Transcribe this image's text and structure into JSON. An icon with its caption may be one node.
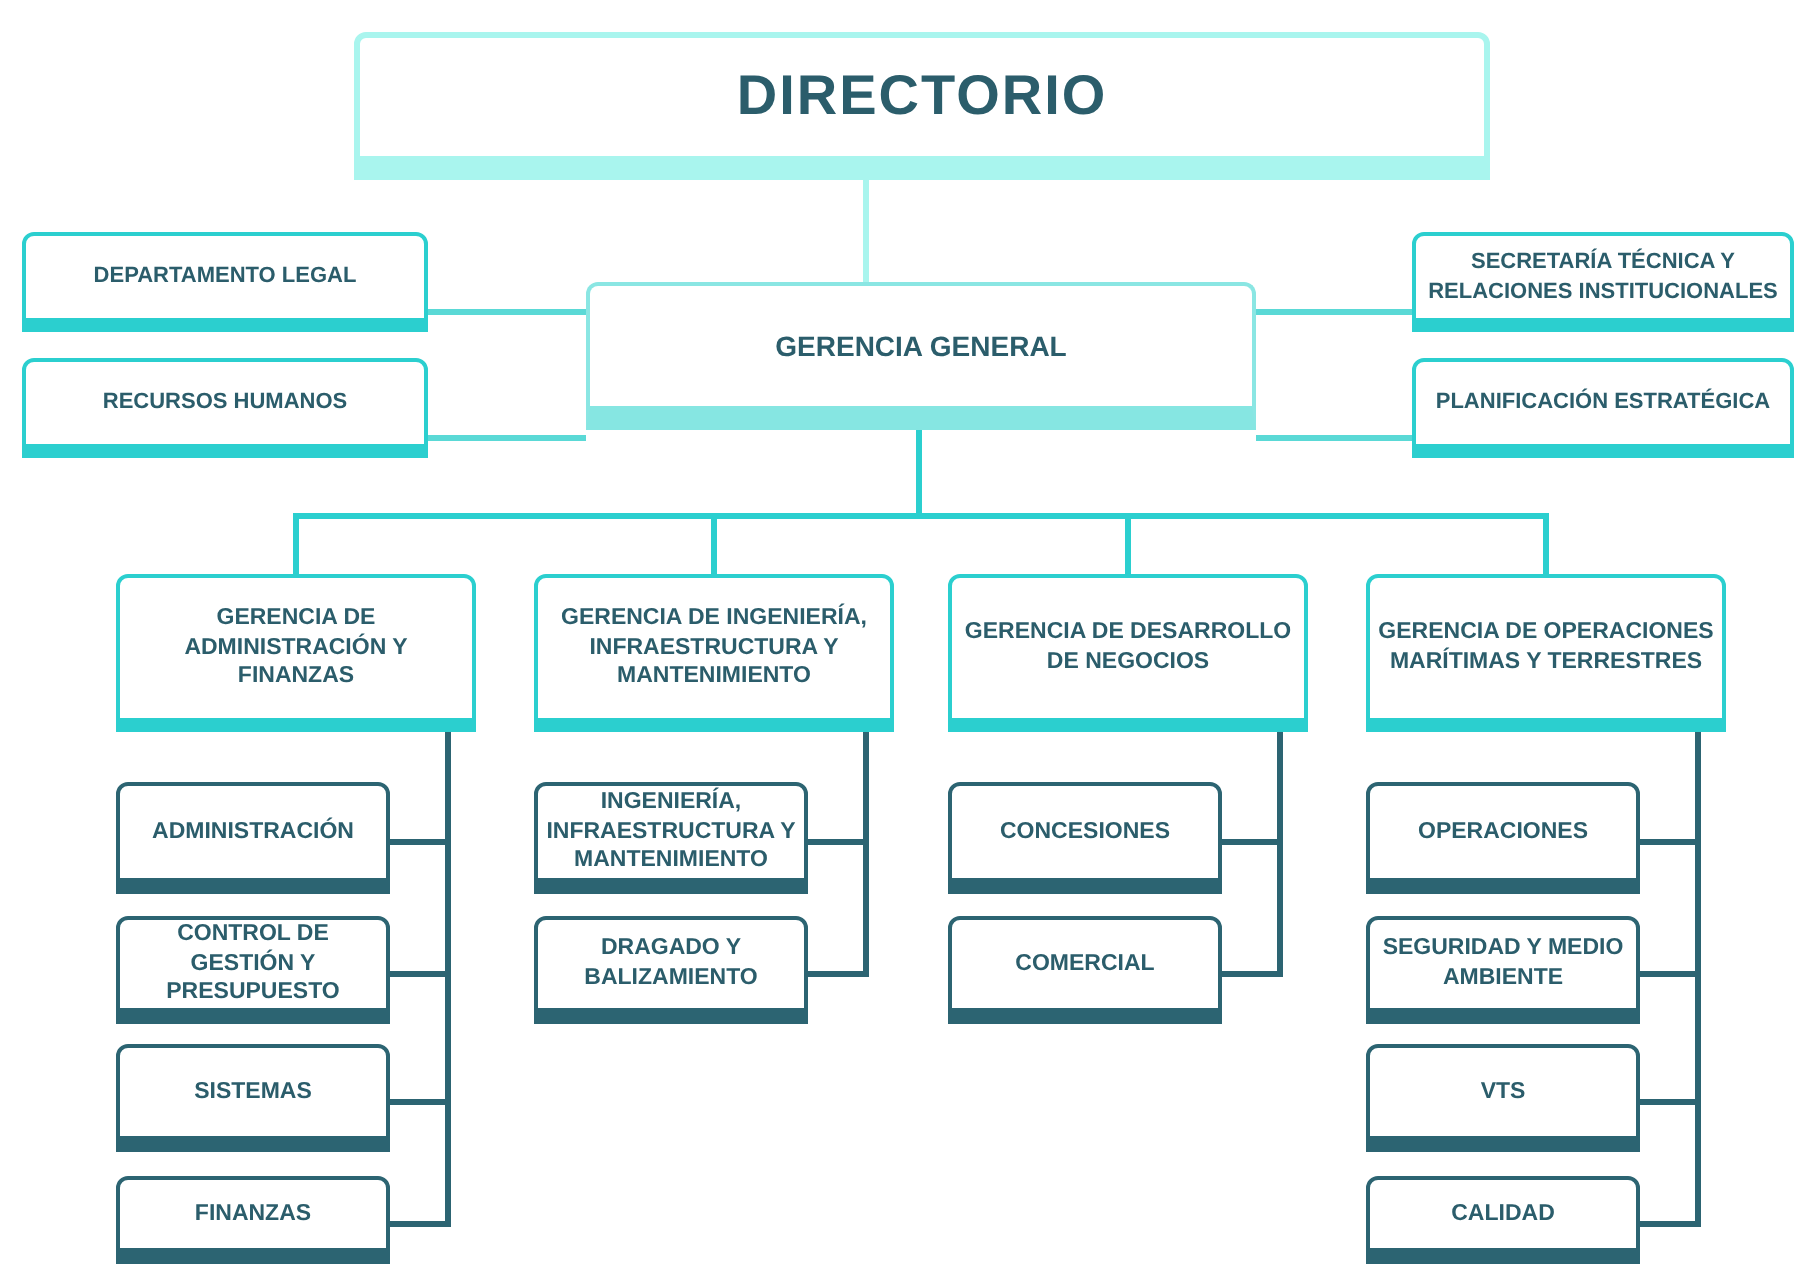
{
  "diagram": {
    "nodes": [
      {
        "text": [
          "DIRECTORIO"
        ]
      },
      {
        "text": [
          "GERENCIA GENERAL"
        ]
      },
      {
        "text": [
          "DEPARTAMENTO LEGAL"
        ]
      },
      {
        "text": [
          "RECURSOS HUMANOS"
        ]
      },
      {
        "text": [
          "SECRETARÍA TÉCNICA Y RELACIONES INSTITUCIONALES"
        ]
      },
      {
        "text": [
          "PLANIFICACIÓN ESTRATÉGICA"
        ]
      },
      {
        "text": [
          "GERENCIA DE ADMINISTRACIÓN Y FINANZAS"
        ]
      },
      {
        "text": [
          "GERENCIA DE INGENIERÍA, INFRAESTRUCTURA Y MANTENIMIENTO"
        ]
      },
      {
        "text": [
          "GERENCIA DE DESARROLLO DE NEGOCIOS"
        ]
      },
      {
        "text": [
          "GERENCIA DE OPERACIONES MARÍTIMAS Y TERRESTRES"
        ]
      },
      {
        "text": [
          "ADMINISTRACIÓN"
        ]
      },
      {
        "text": [
          "CONTROL DE GESTIÓN Y PRESUPUESTO"
        ]
      },
      {
        "text": [
          "SISTEMAS"
        ]
      },
      {
        "text": [
          "FINANZAS"
        ]
      },
      {
        "text": [
          "INGENIERÍA, INFRAESTRUCTURA Y MANTENIMIENTO"
        ]
      },
      {
        "text": [
          "DRAGADO Y BALIZAMIENTO"
        ]
      },
      {
        "text": [
          "CONCESIONES"
        ]
      },
      {
        "text": [
          "COMERCIAL"
        ]
      },
      {
        "text": [
          "OPERACIONES"
        ]
      },
      {
        "text": [
          "SEGURIDAD Y MEDIO AMBIENTE"
        ]
      },
      {
        "text": [
          "VTS"
        ]
      },
      {
        "text": [
          "CALIDAD"
        ]
      }
    ],
    "edges": [
      {
        "from": 0,
        "to": 1,
        "arrow": "none",
        "color": "#a9f5ee"
      },
      {
        "from": 1,
        "to": 2,
        "arrow": "none",
        "color": "#5ad9d6"
      },
      {
        "from": 1,
        "to": 3,
        "arrow": "none",
        "color": "#5ad9d6"
      },
      {
        "from": 1,
        "to": 4,
        "arrow": "none",
        "color": "#5ad9d6"
      },
      {
        "from": 1,
        "to": 5,
        "arrow": "none",
        "color": "#5ad9d6"
      },
      {
        "from": 1,
        "to": 6,
        "arrow": "none",
        "color": "#2bcfcf"
      },
      {
        "from": 1,
        "to": 7,
        "arrow": "none",
        "color": "#2bcfcf"
      },
      {
        "from": 1,
        "to": 8,
        "arrow": "none",
        "color": "#2bcfcf"
      },
      {
        "from": 1,
        "to": 9,
        "arrow": "none",
        "color": "#2bcfcf"
      },
      {
        "from": 6,
        "to": 10,
        "arrow": "none"
      },
      {
        "from": 6,
        "to": 11,
        "arrow": "none"
      },
      {
        "from": 6,
        "to": 12,
        "arrow": "none"
      },
      {
        "from": 6,
        "to": 13,
        "arrow": "none"
      },
      {
        "from": 7,
        "to": 14,
        "arrow": "none"
      },
      {
        "from": 7,
        "to": 15,
        "arrow": "none"
      },
      {
        "from": 8,
        "to": 16,
        "arrow": "none"
      },
      {
        "from": 8,
        "to": 17,
        "arrow": "none"
      },
      {
        "from": 9,
        "to": 18,
        "arrow": "none"
      },
      {
        "from": 9,
        "to": 19,
        "arrow": "none"
      },
      {
        "from": 9,
        "to": 20,
        "arrow": "none"
      },
      {
        "from": 9,
        "to": 21,
        "arrow": "none"
      }
    ]
  }
}
